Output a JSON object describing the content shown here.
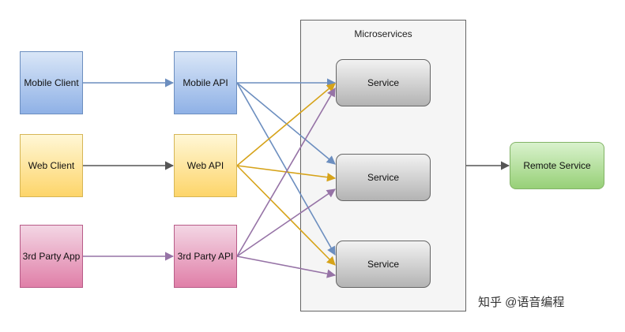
{
  "clients": {
    "mobile": "Mobile Client",
    "web": "Web Client",
    "thirdparty": "3rd Party App"
  },
  "apis": {
    "mobile": "Mobile API",
    "web": "Web API",
    "thirdparty": "3rd Party API"
  },
  "microservices": {
    "title": "Microservices",
    "services": [
      "Service",
      "Service",
      "Service"
    ]
  },
  "remote": "Remote Service",
  "watermark": "知乎 @语音编程",
  "colors": {
    "mobile_edge": "#6c8ebf",
    "web_edge": "#d6a31a",
    "thirdparty_edge": "#9673a6",
    "neutral_edge": "#555555"
  }
}
